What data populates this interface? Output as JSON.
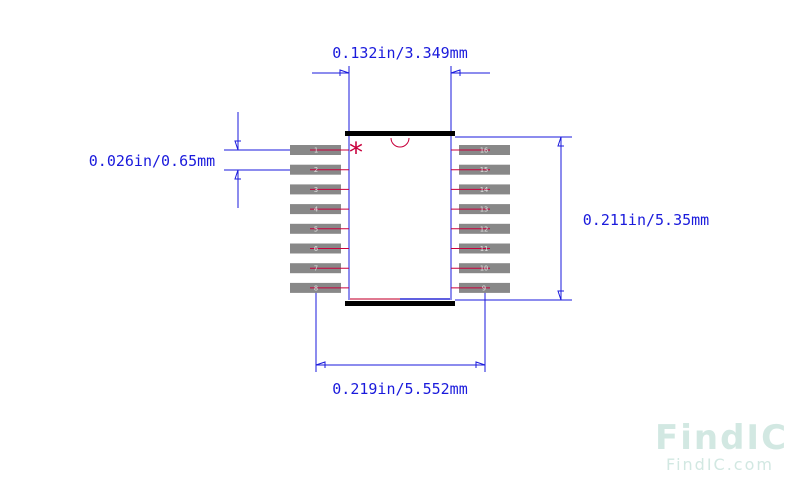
{
  "dimensions": {
    "body_width": "0.132in/3.349mm",
    "pin_pitch": "0.026in/0.65mm",
    "body_length": "0.211in/5.35mm",
    "overall_width": "0.219in/5.552mm"
  },
  "pins": {
    "left": [
      "1",
      "2",
      "3",
      "4",
      "5",
      "6",
      "7",
      "8"
    ],
    "right": [
      "16",
      "15",
      "14",
      "13",
      "12",
      "11",
      "10",
      "9"
    ]
  },
  "pin1_marker": "*",
  "watermark": {
    "logo": "FindIC",
    "site": "FindIC.com"
  },
  "colors": {
    "dimension": "#1a1adc",
    "pin": "#888888",
    "pin_lead": "#c8003c",
    "body_bar": "#000000",
    "marker": "#c8003c"
  }
}
